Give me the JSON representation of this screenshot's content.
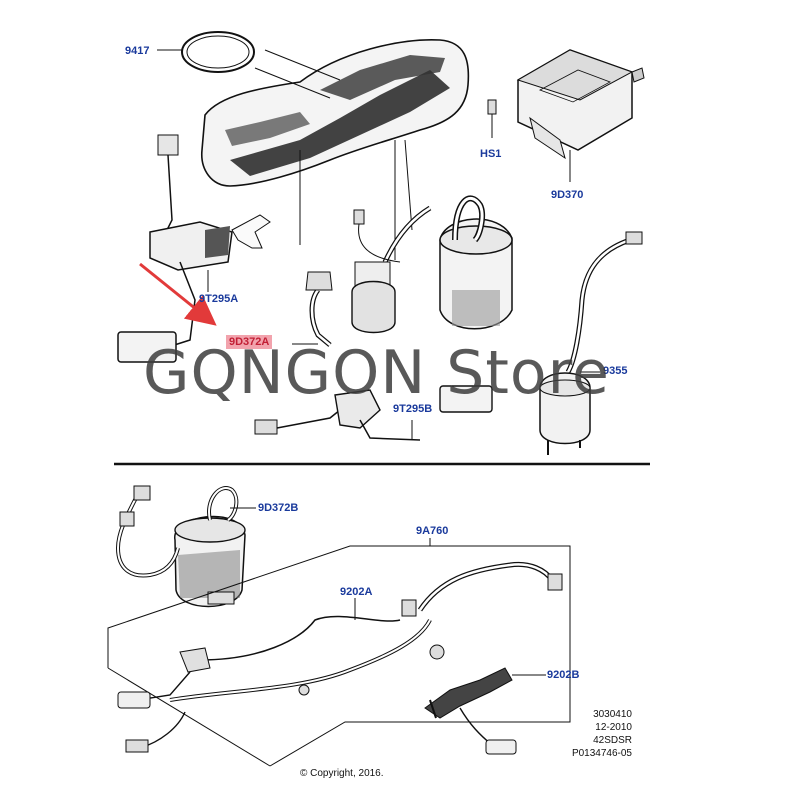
{
  "labels": {
    "p9417": "9417",
    "hs1": "HS1",
    "p9d370": "9D370",
    "p9t295a": "9T295A",
    "p9d372a": "9D372A",
    "p9355": "9355",
    "p9t295b": "9T295B",
    "p9d372b": "9D372B",
    "p9a760": "9A760",
    "p9202a": "9202A",
    "p9202b": "9202B"
  },
  "watermark": "GQNGON Store",
  "meta": {
    "line1": "3030410",
    "line2": "12-2010",
    "line3": "42SDSR",
    "line4": "P0134746-05"
  },
  "copyright": "© Copyright, 2016.",
  "colors": {
    "label": "#1a3a9c",
    "highlight_bg": "#f2a3ad",
    "highlight_text": "#c21f35",
    "arrow": "#e23a3a"
  }
}
